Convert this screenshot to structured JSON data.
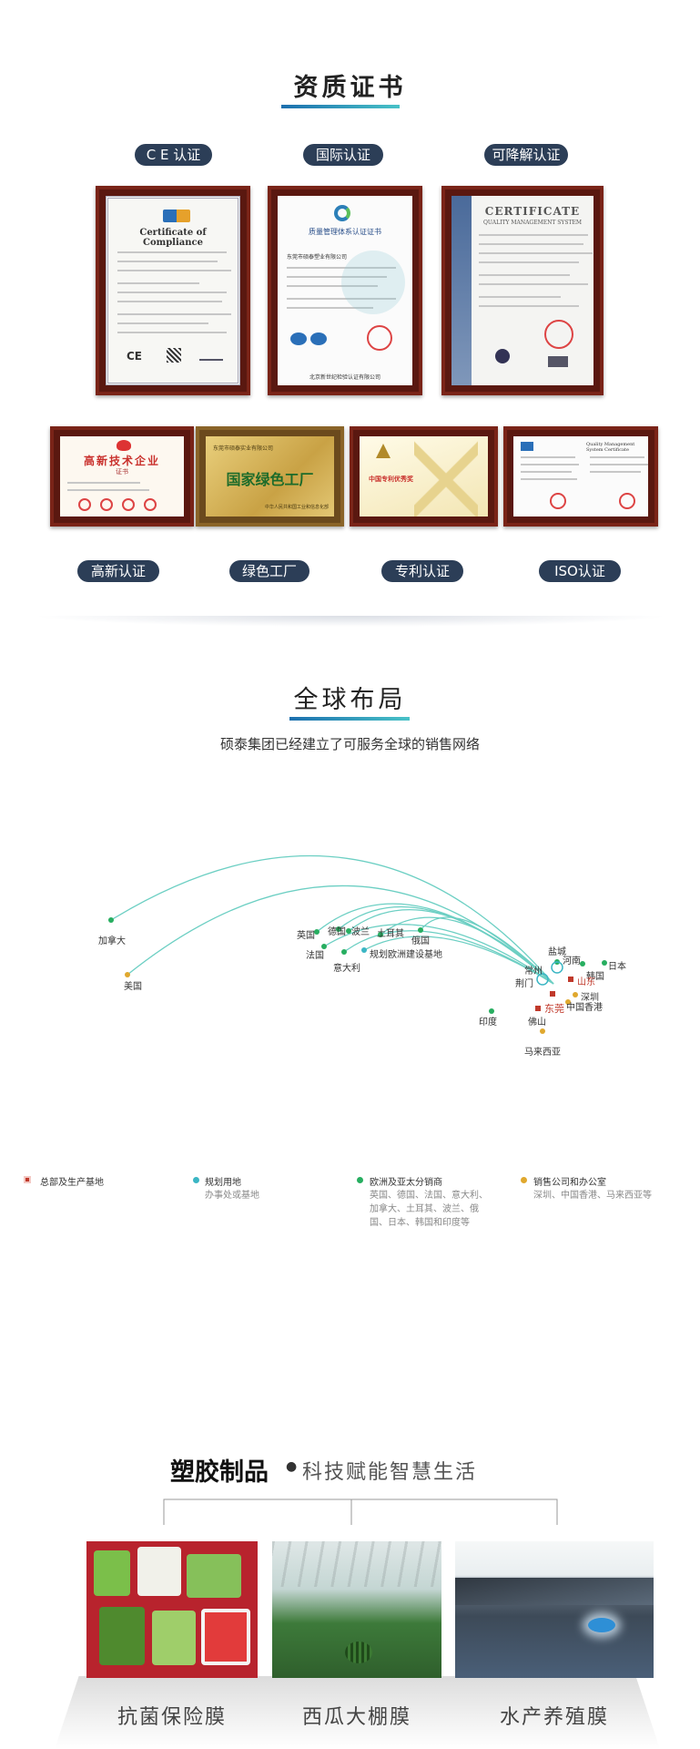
{
  "qualification": {
    "title": "资质证书",
    "top_labels": [
      "C E 认证",
      "国际认证",
      "可降解认证"
    ],
    "bottom_labels": [
      "高新认证",
      "绿色工厂",
      "专利认证",
      "ISO认证"
    ],
    "cert_ce_title": "Certificate of Compliance",
    "cert_quality_title": "质量管理体系认证证书",
    "cert_quality_company": "东莞市硕泰塑业有限公司",
    "cert_quality_issuer": "北京新世纪检验认证有限公司",
    "cert_degradable_title": "CERTIFICATE",
    "cert_degradable_sub": "QUALITY MANAGEMENT SYSTEM",
    "cert_hightech_title": "高新技术企业",
    "cert_hightech_sub": "证书",
    "cert_green_company": "东莞市硕泰实业有限公司",
    "cert_green_title": "国家绿色工厂",
    "cert_green_issuer": "中华人民共和国工业和信息化部",
    "cert_patent_title": "中国专利优秀奖",
    "cert_iso_title": "Quality Management System Certificate"
  },
  "global": {
    "title": "全球布局",
    "subtitle": "硕泰集团已经建立了可服务全球的销售网络",
    "map_labels": {
      "canada": "加拿大",
      "usa": "美国",
      "uk": "英国",
      "germany": "德国",
      "poland": "波兰",
      "turkey": "土耳其",
      "russia": "俄国",
      "france": "法国",
      "italy": "意大利",
      "planned_europe": "规划欧洲建设基地",
      "yancheng": "盐城",
      "henan": "河南",
      "changzhou": "常州",
      "korea": "韩国",
      "japan": "日本",
      "jingmen": "荆门",
      "shandong": "山东",
      "shenzhen": "深圳",
      "dongguan": "东莞",
      "hongkong": "中国香港",
      "foshan": "佛山",
      "india": "印度",
      "malaysia": "马来西亚"
    },
    "legend": [
      {
        "label": "总部及生产基地",
        "desc": "",
        "color": "#c0392b"
      },
      {
        "label": "规划用地",
        "desc": "办事处或基地",
        "color": "#3bb6c4"
      },
      {
        "label": "欧洲及亚太分销商",
        "desc": "英国、德国、法国、意大利、加拿大、土耳其、波兰、俄国、日本、韩国和印度等",
        "color": "#27ae60"
      },
      {
        "label": "销售公司和办公室",
        "desc": "深圳、中国香港、马来西亚等",
        "color": "#e0a82e"
      }
    ]
  },
  "plastic": {
    "title": "塑胶制品",
    "separator": "●",
    "subtitle": "科技赋能智慧生活",
    "products": [
      "抗菌保险膜",
      "西瓜大棚膜",
      "水产养殖膜"
    ]
  },
  "colors": {
    "dark_pill": "#2c3e57",
    "accent": "#48c2c7",
    "frame": "#5a1810",
    "arc": "#6ccfc3"
  }
}
